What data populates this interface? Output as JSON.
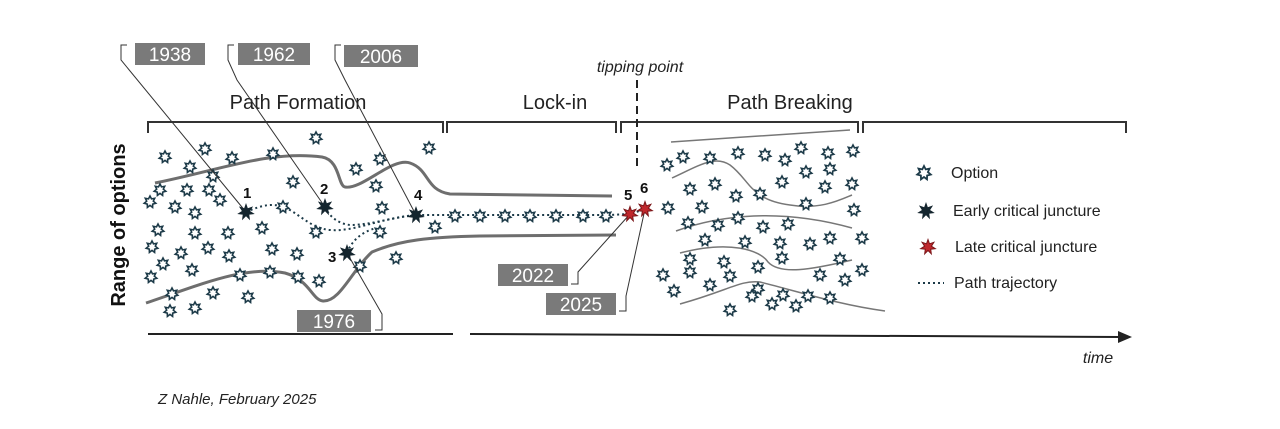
{
  "phases": {
    "formation": "Path Formation",
    "lockin": "Lock-in",
    "breaking": "Path Breaking"
  },
  "tipping_point": "tipping point",
  "y_axis": "Range of options",
  "x_axis": "time",
  "years": {
    "y1938": "1938",
    "y1962": "1962",
    "y2006": "2006",
    "y1976": "1976",
    "y2022": "2022",
    "y2025": "2025"
  },
  "junctures": {
    "j1": "1",
    "j2": "2",
    "j3": "3",
    "j4": "4",
    "j5": "5",
    "j6": "6"
  },
  "legend": {
    "option": "Option",
    "early": "Early critical juncture",
    "late": "Late critical juncture",
    "trajectory": "Path trajectory"
  },
  "credit": "Z Nahle, February 2025",
  "colors": {
    "option_stroke": "#1c3a48",
    "early_fill": "#14252e",
    "late_fill": "#c0282d",
    "year_box": "#7a7a7a",
    "curve": "#6e6e6e"
  }
}
